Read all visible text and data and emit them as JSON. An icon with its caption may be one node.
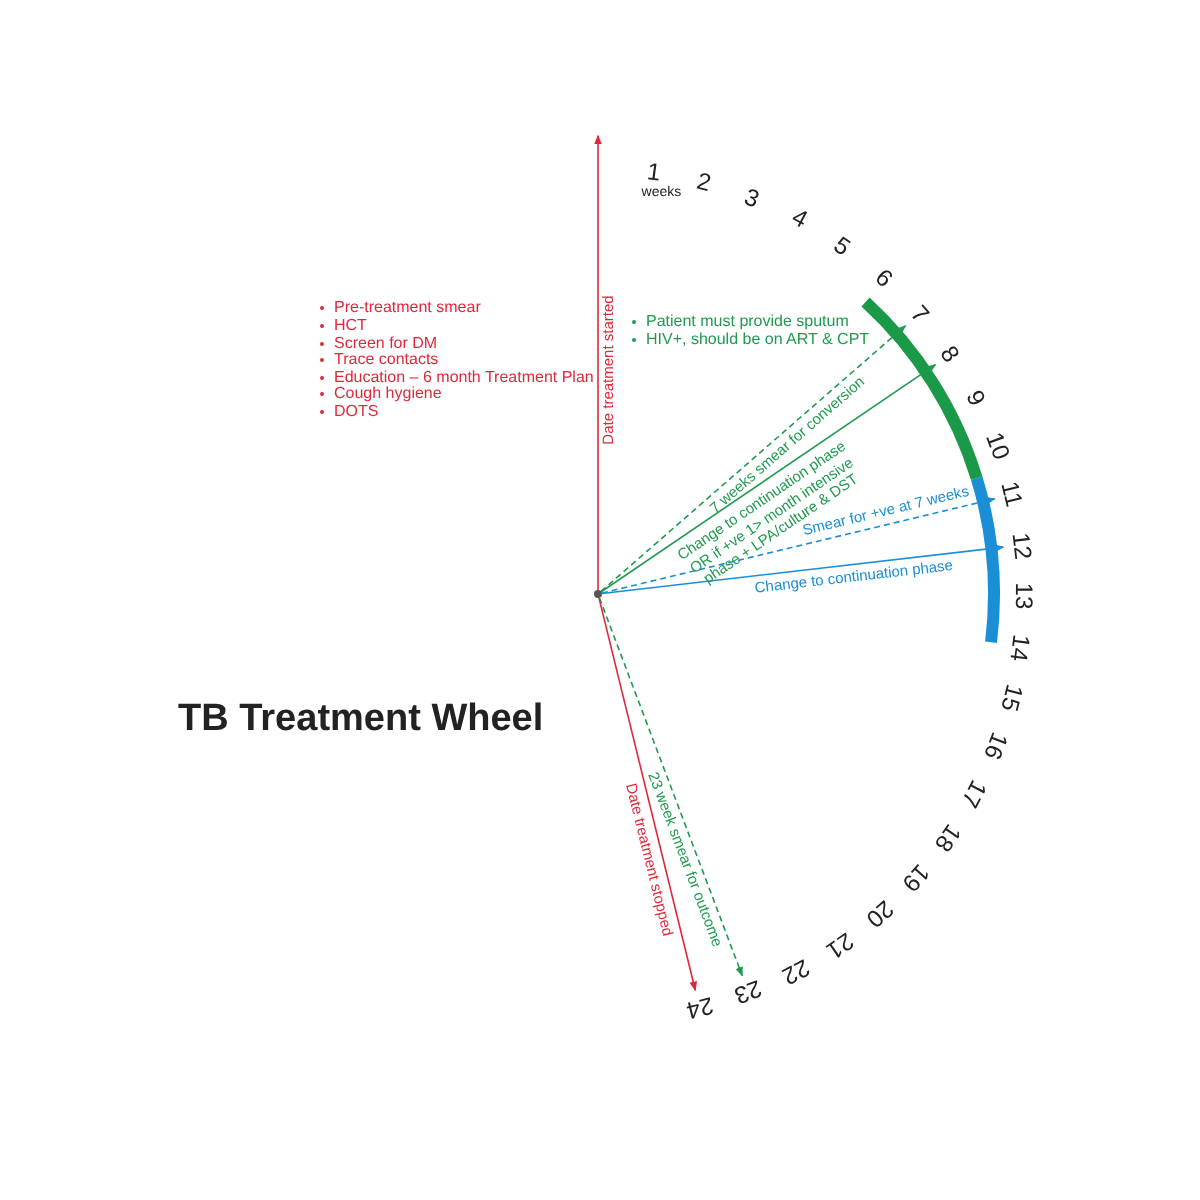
{
  "diagram": {
    "title": "TB Treatment Wheel",
    "nodes": [
      {
        "text": [
          "1"
        ],
        "beside": [
          "weeks"
        ]
      },
      {
        "text": [
          "2"
        ]
      },
      {
        "text": [
          "3"
        ]
      },
      {
        "text": [
          "4"
        ]
      },
      {
        "text": [
          "5"
        ]
      },
      {
        "text": [
          "6"
        ]
      },
      {
        "text": [
          "7"
        ]
      },
      {
        "text": [
          "8"
        ]
      },
      {
        "text": [
          "9"
        ]
      },
      {
        "text": [
          "10"
        ]
      },
      {
        "text": [
          "11"
        ]
      },
      {
        "text": [
          "12"
        ]
      },
      {
        "text": [
          "13"
        ]
      },
      {
        "text": [
          "14"
        ]
      },
      {
        "text": [
          "15"
        ]
      },
      {
        "text": [
          "16"
        ]
      },
      {
        "text": [
          "17"
        ]
      },
      {
        "text": [
          "18"
        ]
      },
      {
        "text": [
          "19"
        ]
      },
      {
        "text": [
          "20"
        ]
      },
      {
        "text": [
          "21"
        ]
      },
      {
        "text": [
          "22"
        ]
      },
      {
        "text": [
          "23"
        ]
      },
      {
        "text": [
          "24"
        ]
      },
      {
        "text": [],
        "shape": "circle"
      }
    ],
    "edges": [
      {
        "from": 24,
        "to": 0,
        "arrow": "to",
        "label": "Date treatment started",
        "color": "#e0283a"
      },
      {
        "from": 24,
        "to": 6,
        "arrow": "to",
        "label": "7 weeks smear for conversion",
        "style": "dashed"
      },
      {
        "from": 24,
        "to": 7,
        "arrow": "to",
        "label": "Change to continuation phase OR if +ve 1> month intensive phase + LPA/culture & DST"
      },
      {
        "from": 24,
        "to": 10,
        "arrow": "to",
        "label": "Smear for +ve at 7 weeks",
        "style": "dashed",
        "color": "#1b8fd6"
      },
      {
        "from": 24,
        "to": 11,
        "arrow": "to",
        "label": "Change to continuation phase",
        "color": "#1b8fd6"
      },
      {
        "from": 24,
        "to": 22,
        "arrow": "to",
        "label": "23 week smear for outcome",
        "style": "dashed"
      },
      {
        "from": 24,
        "to": 23,
        "arrow": "to",
        "label": "Date treatment stopped",
        "color": "#e0283a"
      }
    ],
    "labels": [
      "Pre-treatment smear",
      "HCT",
      "Screen for DM",
      "Trace contacts",
      "Education – 6 month Treatment Plan",
      "Cough hygiene",
      "DOTS",
      "Patient must provide sputum",
      "HIV+, should be on ART & CPT"
    ]
  }
}
